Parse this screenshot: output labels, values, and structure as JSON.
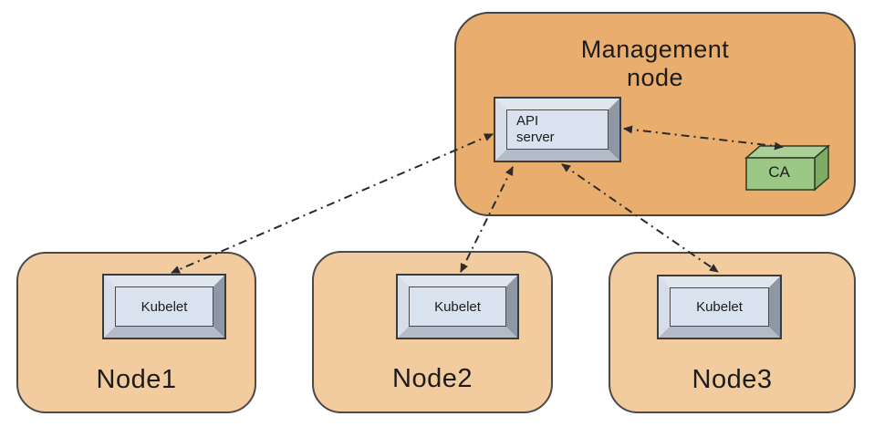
{
  "management": {
    "title": "Management\nnode",
    "api_server_label": "API\nserver",
    "ca_label": "CA"
  },
  "nodes": [
    {
      "label": "Node1",
      "component": "Kubelet"
    },
    {
      "label": "Node2",
      "component": "Kubelet"
    },
    {
      "label": "Node3",
      "component": "Kubelet"
    }
  ],
  "connections": [
    {
      "from": "API server",
      "to": "Kubelet (Node1)",
      "bidirectional": true,
      "style": "dash-dot"
    },
    {
      "from": "API server",
      "to": "Kubelet (Node2)",
      "bidirectional": true,
      "style": "dash-dot"
    },
    {
      "from": "API server",
      "to": "Kubelet (Node3)",
      "bidirectional": true,
      "style": "dash-dot"
    },
    {
      "from": "API server",
      "to": "CA",
      "bidirectional": true,
      "style": "dash-dot"
    }
  ],
  "colors": {
    "management_fill": "#e9ae6d",
    "worker_node_fill": "#f2cc9e",
    "box_face": "#d9e3f0",
    "ca_front": "#9cc886",
    "ca_top": "#aad097",
    "ca_side": "#7dab66",
    "outline": "#3f3f3f",
    "arrow": "#2b2b2b"
  }
}
